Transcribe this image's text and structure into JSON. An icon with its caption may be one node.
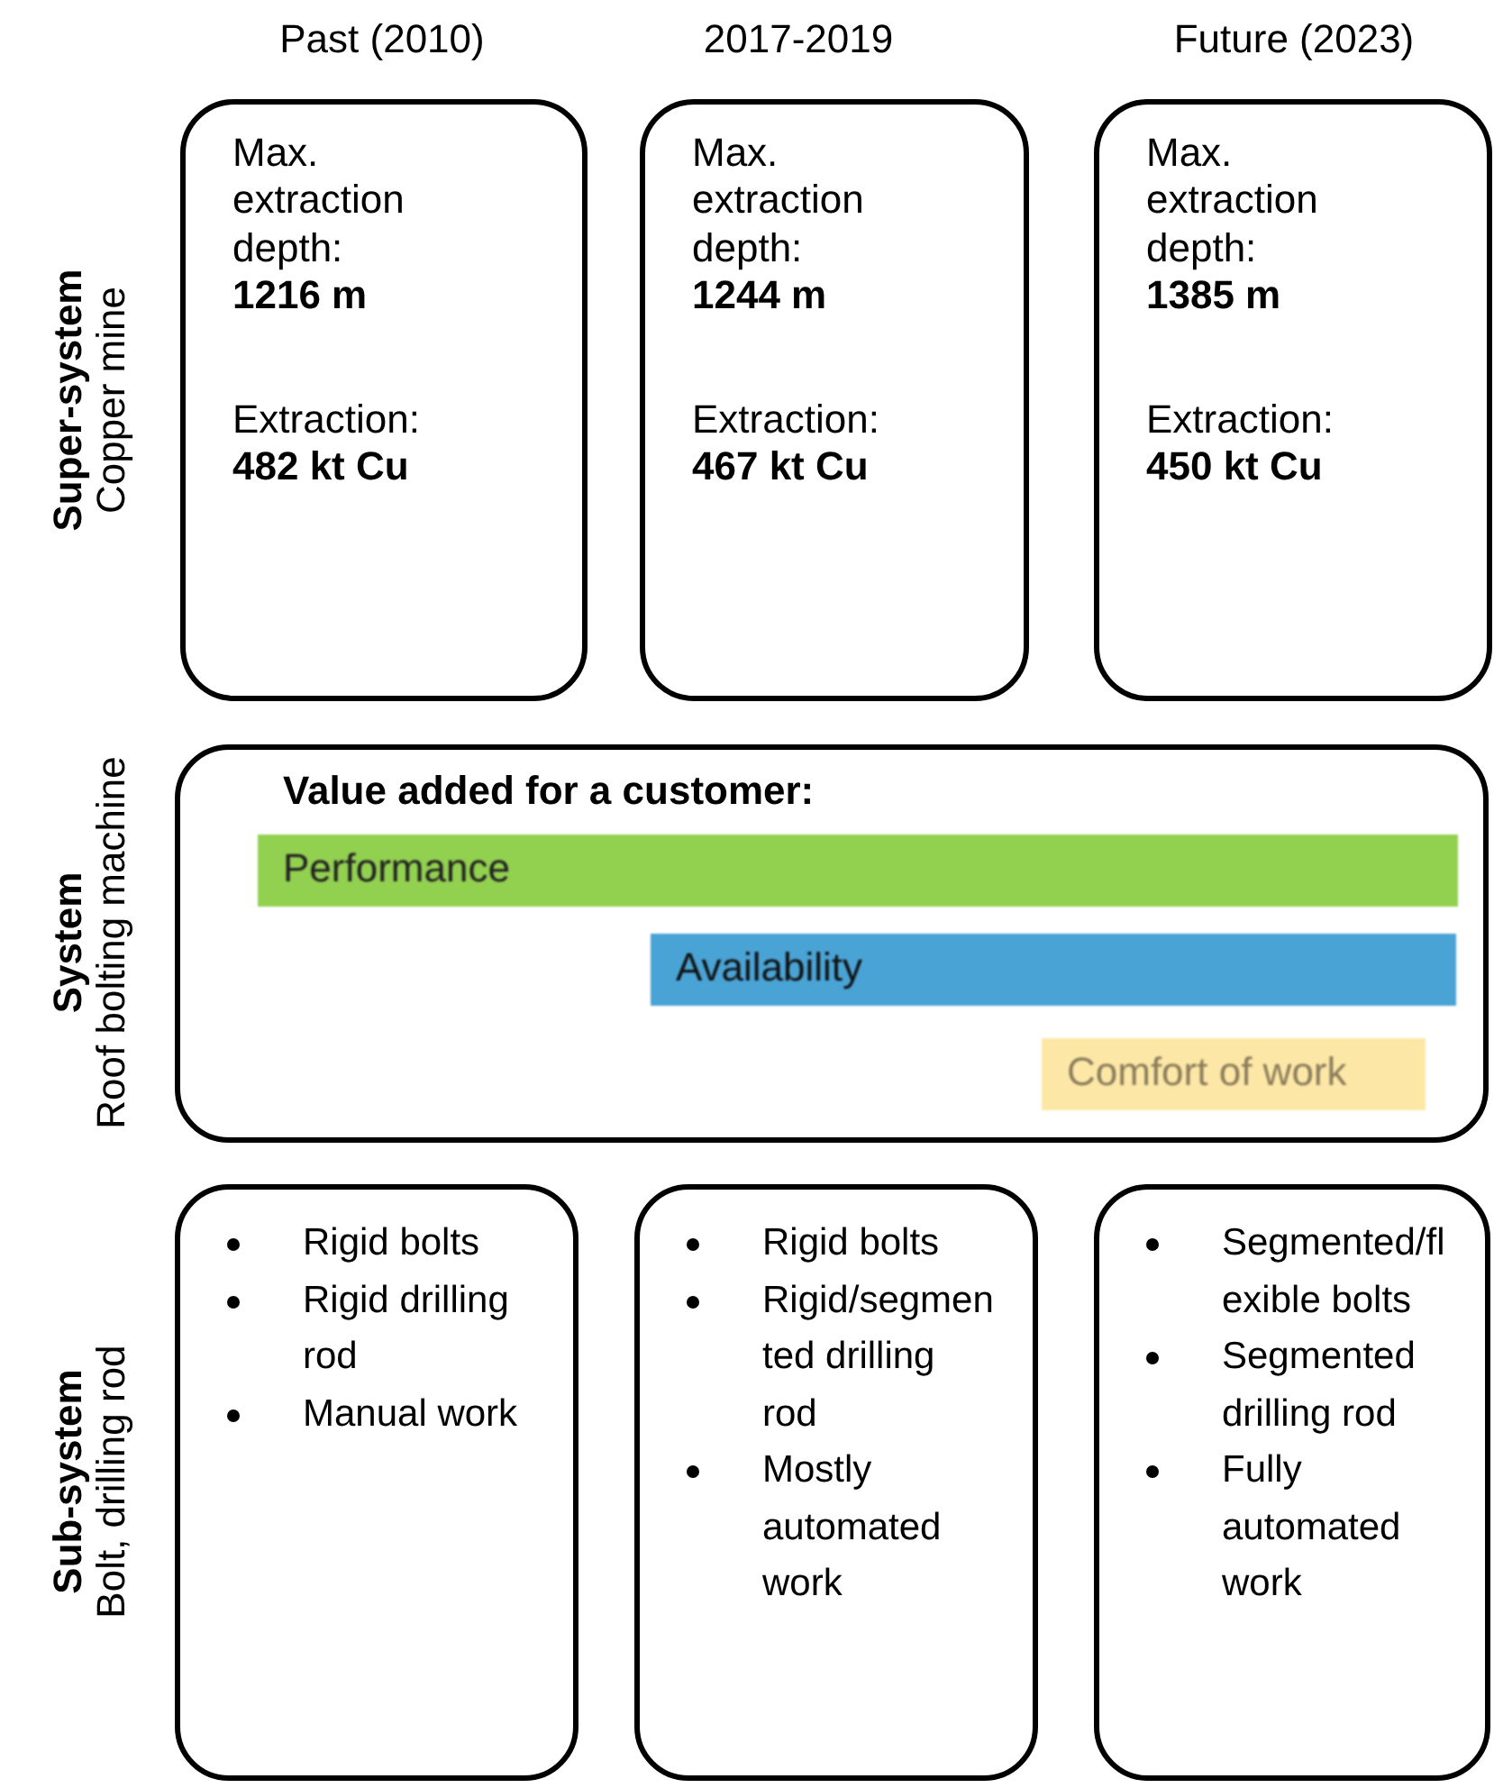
{
  "diagram": {
    "nodes": [
      {
        "text": [
          "Max. extraction depth:",
          "1216 m",
          "Extraction:",
          "482 kt Cu"
        ]
      },
      {
        "text": [
          "Max. extraction depth:",
          "1244 m",
          "Extraction:",
          "467 kt Cu"
        ]
      },
      {
        "text": [
          "Max. extraction depth:",
          "1385 m",
          "Extraction:",
          "450 kt Cu"
        ]
      },
      {
        "text": [
          "Value added for a customer:"
        ]
      },
      {
        "text": [
          "Performance"
        ],
        "in": 3
      },
      {
        "text": [
          "Availability"
        ],
        "in": 3
      },
      {
        "text": [
          "Comfort of work"
        ],
        "in": 3
      },
      {
        "text": [
          "Rigid bolts",
          "Rigid drilling rod",
          "Manual work"
        ]
      },
      {
        "text": [
          "Rigid bolts",
          "Rigid/segmented drilling rod",
          "Mostly automated work"
        ]
      },
      {
        "text": [
          "Segmented/flexible bolts",
          "Segmented drilling rod",
          "Fully automated work"
        ]
      }
    ],
    "labels": [
      "Past (2010)",
      "2017-2019",
      "Future (2023)",
      "Super-system",
      "Copper mine",
      "System",
      "Roof bolting machine",
      "Sub-system",
      "Bolt, drilling rod"
    ]
  }
}
